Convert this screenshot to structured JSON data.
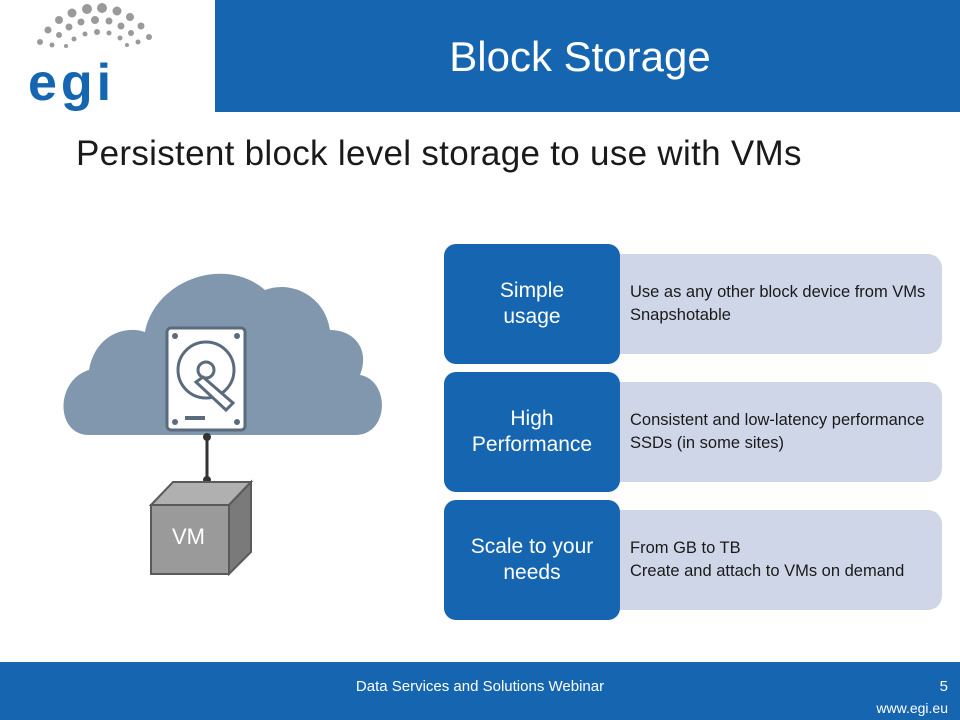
{
  "header": {
    "title": "Block Storage",
    "logo_text": "egi"
  },
  "subtitle": "Persistent block level storage to use with VMs",
  "diagram": {
    "vm_label": "VM"
  },
  "features": [
    {
      "heading_line1": "Simple",
      "heading_line2": "usage",
      "bullets": [
        "Use as any other block device from VMs",
        "Snapshotable"
      ]
    },
    {
      "heading_line1": "High",
      "heading_line2": "Performance",
      "bullets": [
        "Consistent and low-latency performance",
        "SSDs (in some sites)"
      ]
    },
    {
      "heading_line1": "Scale to your",
      "heading_line2": "needs",
      "bullets": [
        "From GB to TB",
        "Create and attach to VMs on demand"
      ]
    }
  ],
  "footer": {
    "text": "Data Services and Solutions Webinar",
    "page": "5",
    "site": "www.egi.eu"
  },
  "colors": {
    "brand_blue": "#1565b0",
    "panel_lavender": "#cfd6e8",
    "cloud_gray": "#8097ae",
    "box_gray": "#9a9a9a"
  }
}
